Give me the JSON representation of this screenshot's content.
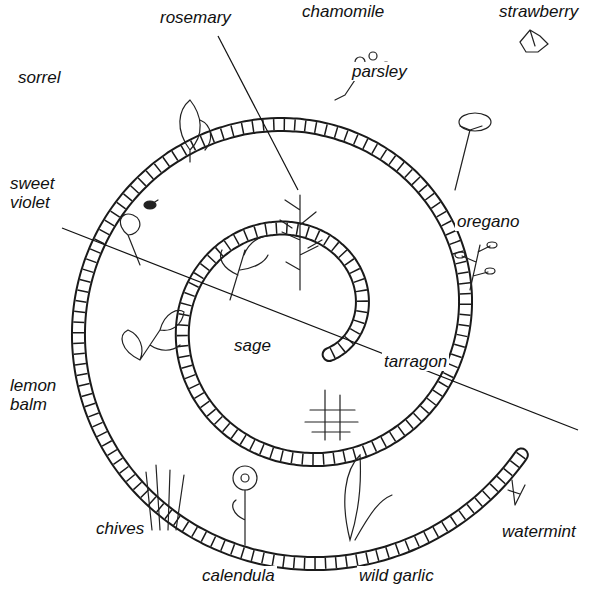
{
  "diagram": {
    "labels": [
      "rosemary",
      "chamomile",
      "strawberry",
      "sorrel",
      "parsley",
      "sweet violet",
      "oregano",
      "sage",
      "tarragon",
      "lemon balm",
      "watermint",
      "chives",
      "calendula",
      "wild garlic"
    ]
  }
}
